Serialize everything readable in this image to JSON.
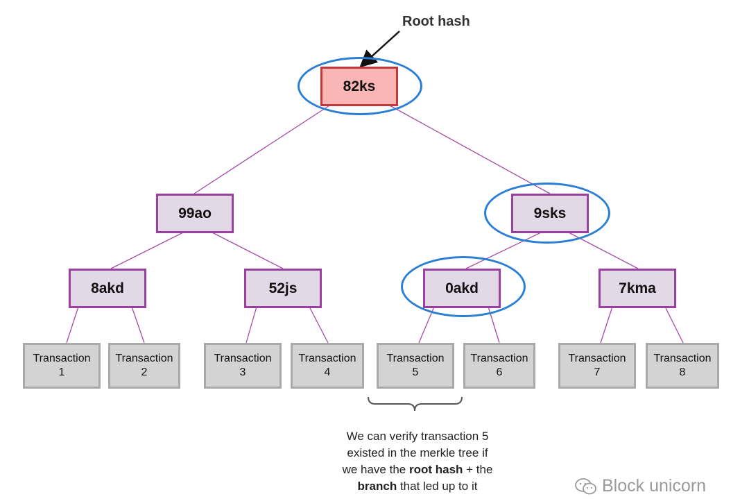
{
  "annotation": {
    "root_label": "Root hash"
  },
  "tree": {
    "root": "82ks",
    "level1": [
      "99ao",
      "9sks"
    ],
    "level2": [
      "8akd",
      "52js",
      "0akd",
      "7kma"
    ],
    "transactions": [
      {
        "word": "Transaction",
        "num": "1"
      },
      {
        "word": "Transaction",
        "num": "2"
      },
      {
        "word": "Transaction",
        "num": "3"
      },
      {
        "word": "Transaction",
        "num": "4"
      },
      {
        "word": "Transaction",
        "num": "5"
      },
      {
        "word": "Transaction",
        "num": "6"
      },
      {
        "word": "Transaction",
        "num": "7"
      },
      {
        "word": "Transaction",
        "num": "8"
      }
    ]
  },
  "caption": {
    "line1": "We can verify transaction 5",
    "line2": "existed in the merkle tree if",
    "line3_pre": "we have the ",
    "line3_bold": "root hash",
    "line3_post": " + the",
    "line4_bold": "branch",
    "line4_post": " that led up to it"
  },
  "watermark": {
    "text": "Block unicorn",
    "icon": "wechat-icon"
  },
  "colors": {
    "root_fill": "#f9b6b4",
    "root_border": "#c03a3c",
    "hash_fill": "#e3d8e6",
    "hash_border": "#9b3fa0",
    "tx_fill": "#d3d3d3",
    "tx_border": "#a9a9a9",
    "highlight": "#2a7fd4",
    "edge": "#a44aa8"
  }
}
